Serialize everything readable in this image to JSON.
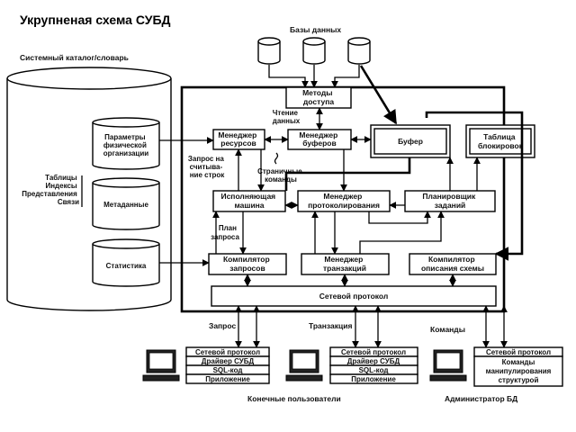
{
  "title": "Укрупненая схема СУБД",
  "databases_label": "Базы данных",
  "catalog_label": "Системный каталог/словарь",
  "catalog_side": [
    "Таблицы",
    "Индексы",
    "Представления",
    "Связи"
  ],
  "catalog_items": {
    "params": [
      "Параметры",
      "физической",
      "организации"
    ],
    "metadata": "Метаданные",
    "stats": "Статистика"
  },
  "access_methods": [
    "Методы",
    "доступа"
  ],
  "read_data": [
    "Чтение",
    "данных"
  ],
  "resource_manager": [
    "Менеджер",
    "ресурсов"
  ],
  "buffer_manager": [
    "Менеджер",
    "буферов"
  ],
  "buffer": "Буфер",
  "lock_table": [
    "Таблица",
    "блокировок"
  ],
  "read_request": [
    "Запрос на",
    "считыва-",
    "ние строк"
  ],
  "page_commands": [
    "Страничные",
    "команды"
  ],
  "executor": [
    "Исполняющая",
    "машина"
  ],
  "log_manager": [
    "Менеджер",
    "протоколирования"
  ],
  "task_scheduler": [
    "Планировщик",
    "заданий"
  ],
  "plan_request": [
    "План",
    "запроса"
  ],
  "query_compiler": [
    "Компилятор",
    "запросов"
  ],
  "tx_manager": [
    "Менеджер",
    "транзакций"
  ],
  "schema_compiler": [
    "Компилятор",
    "описания схемы"
  ],
  "network_protocol": "Сетевой протокол",
  "flow_labels": {
    "query": "Запрос",
    "transaction": "Транзакция",
    "commands": "Команды"
  },
  "client_stack": [
    "Сетевой протокол",
    "Драйвер СУБД",
    "SQL-код",
    "Приложение"
  ],
  "admin_stack": [
    "Сетевой протокол",
    "Команды",
    "манипулирования",
    "структурой"
  ],
  "end_users": "Конечные пользователи",
  "admin": "Администратор БД"
}
